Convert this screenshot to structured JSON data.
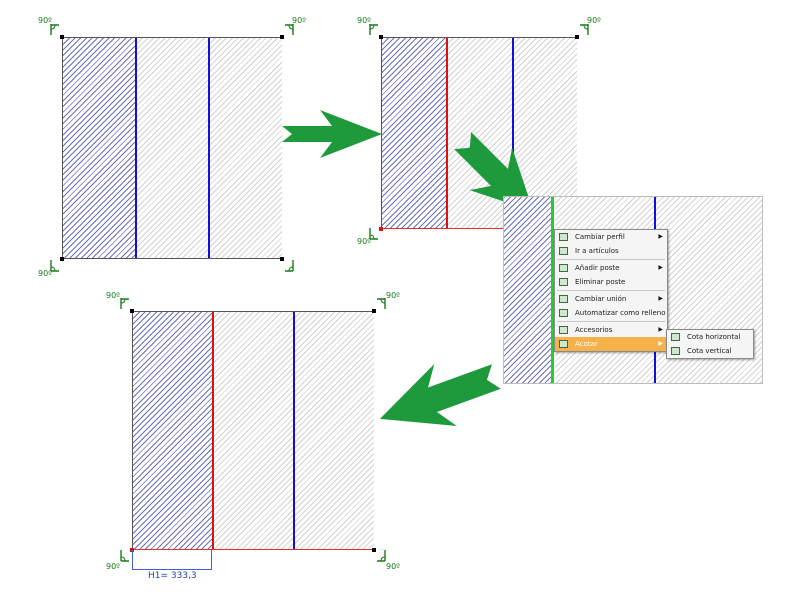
{
  "angle_label": "90º",
  "context_menu": {
    "items": [
      {
        "label": "Cambiar perfil",
        "submenu": true
      },
      {
        "label": "Ir a artículos",
        "submenu": false
      },
      {
        "label": "Añadir poste",
        "submenu": true
      },
      {
        "label": "Eliminar poste",
        "submenu": false
      },
      {
        "label": "Cambiar unión",
        "submenu": true
      },
      {
        "label": "Automatizar como relleno",
        "submenu": false
      },
      {
        "label": "Accesorios",
        "submenu": true
      },
      {
        "label": "Acotar",
        "submenu": true,
        "highlighted": true
      }
    ],
    "submenu": [
      {
        "label": "Cota horizontal"
      },
      {
        "label": "Cota vertical"
      }
    ]
  },
  "dimension": {
    "label": "H1= 333,3"
  },
  "colors": {
    "post_blue": "#1010d8",
    "post_red": "#e01010",
    "post_green": "#21d02b",
    "arrow_green": "#1e9a3c",
    "highlight": "#f6b24a"
  }
}
